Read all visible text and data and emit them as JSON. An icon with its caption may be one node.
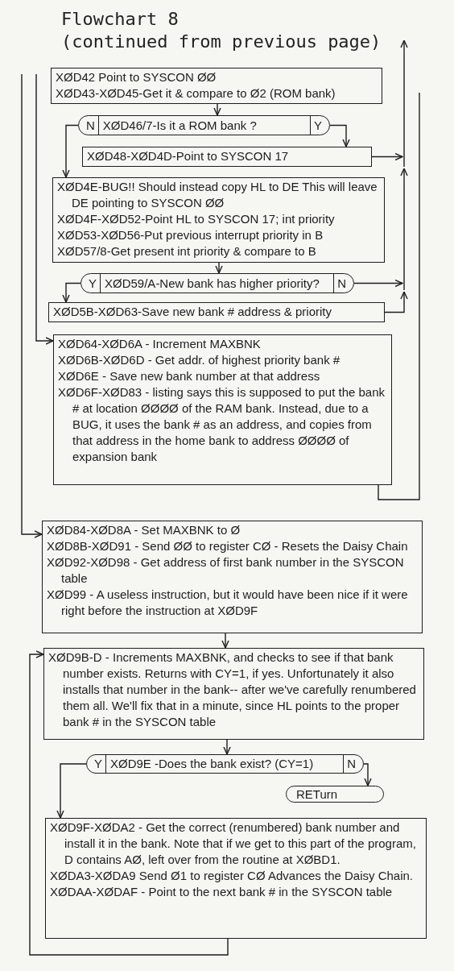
{
  "diagram": {
    "title": "Flowchart 8",
    "nodes": [
      {
        "text": [
          "XØD42 Point to SYSCON ØØ",
          "XØD43-XØD45-Get it & compare to Ø2 (ROM bank)"
        ]
      },
      {
        "text": [
          "N",
          "XØD46/7-Is it a ROM bank ?",
          "Y"
        ]
      },
      {
        "text": [
          "XØD48-XØD4D-Point to SYSCON 17"
        ]
      },
      {
        "text": [
          "XØD4E-BUG!! Should instead copy HL to DE This will leave DE pointing to SYSCON ØØ",
          "XØD4F-XØD52-Point HL to SYSCON 17; int priority",
          "XØD53-XØD56-Put previous interrupt priority in B",
          "XØD57/8-Get present int priority & compare to B"
        ]
      },
      {
        "text": [
          "Y",
          "XØD59/A-New bank has higher priority?",
          "N"
        ]
      },
      {
        "text": [
          "XØD5B-XØD63-Save new bank # address & priority"
        ]
      },
      {
        "text": [
          "XØD64-XØD6A - Increment MAXBNK",
          "XØD6B-XØD6D - Get addr. of highest priority bank #",
          "XØD6E - Save new bank number at that address",
          "XØD6F-XØD83 - listing says this is supposed to put the bank # at location ØØØØ of the RAM bank. Instead, due to a BUG, it uses the bank # as an address, and copies from that address in the home bank to address ØØØØ of expansion bank"
        ]
      },
      {
        "text": [
          "XØD84-XØD8A - Set MAXBNK to Ø",
          "XØD8B-XØD91 - Send ØØ to register CØ - Resets the Daisy Chain",
          "XØD92-XØD98 - Get address of first bank number in the SYSCON table",
          "XØD99 - A useless instruction, but it would have been nice if it were right before the instruction at XØD9F"
        ]
      },
      {
        "text": [
          "XØD9B-D - Increments MAXBNK, and checks to see if that bank number exists. Returns with CY=1, if yes. Unfortunately it also installs that number in the bank-- after we've carefully renumbered them all. We'll fix that in a minute, since HL points to the proper bank # in the SYSCON table"
        ]
      },
      {
        "text": [
          "Y",
          "XØD9E -Does the bank exist? (CY=1)",
          "N"
        ]
      },
      {
        "text": [
          "RETurn"
        ]
      },
      {
        "text": [
          "XØD9F-XØDA2 - Get the correct (renumbered) bank number and install it in the bank. Note that if we get to this part of the program, D contains AØ, left over from the routine at XØBD1.",
          "XØDA3-XØDA9 Send Ø1 to register CØ Advances the Daisy Chain.",
          "XØDAA-XØDAF - Point to the next bank # in the SYSCON table"
        ]
      }
    ],
    "edges": [
      {
        "from": 0,
        "to": 1,
        "arrow": "to"
      },
      {
        "from": 1,
        "to": 2,
        "arrow": "to"
      },
      {
        "from": 1,
        "to": 3,
        "arrow": "to"
      },
      {
        "from": 2,
        "to": null,
        "arrow": "to"
      },
      {
        "from": 3,
        "to": 4,
        "arrow": "to"
      },
      {
        "from": 4,
        "to": 5,
        "arrow": "to"
      },
      {
        "from": 4,
        "to": null,
        "arrow": "to"
      },
      {
        "from": 5,
        "to": null,
        "arrow": "to"
      },
      {
        "from": null,
        "to": 6,
        "arrow": "to"
      },
      {
        "from": 6,
        "to": null,
        "arrow": "none"
      },
      {
        "from": null,
        "to": 7,
        "arrow": "to"
      },
      {
        "from": 7,
        "to": 8,
        "arrow": "to"
      },
      {
        "from": 8,
        "to": 9,
        "arrow": "to"
      },
      {
        "from": 9,
        "to": 11,
        "arrow": "to"
      },
      {
        "from": 9,
        "to": 10,
        "arrow": "to"
      },
      {
        "from": 11,
        "to": 8,
        "arrow": "to"
      }
    ],
    "labels": [
      "(continued from previous page)"
    ]
  }
}
